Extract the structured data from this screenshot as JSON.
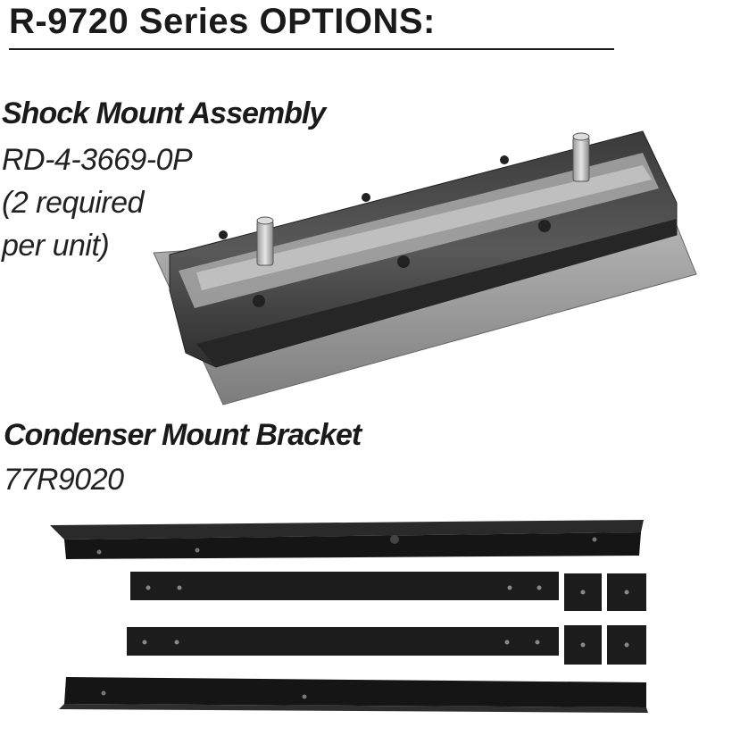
{
  "header": {
    "title": "R-9720 Series OPTIONS:"
  },
  "shock_mount": {
    "name": "Shock Mount Assembly",
    "part_number": "RD-4-3669-0P",
    "note_line1": "(2 required",
    "note_line2": "per unit)"
  },
  "condenser_bracket": {
    "name": "Condenser  Mount Bracket",
    "part_number": "77R9020"
  },
  "colors": {
    "text": "#1a1a1a",
    "rubber": "#4a4a4a",
    "steel": "#8f8f8f",
    "bracket": "#1c1c1c"
  }
}
